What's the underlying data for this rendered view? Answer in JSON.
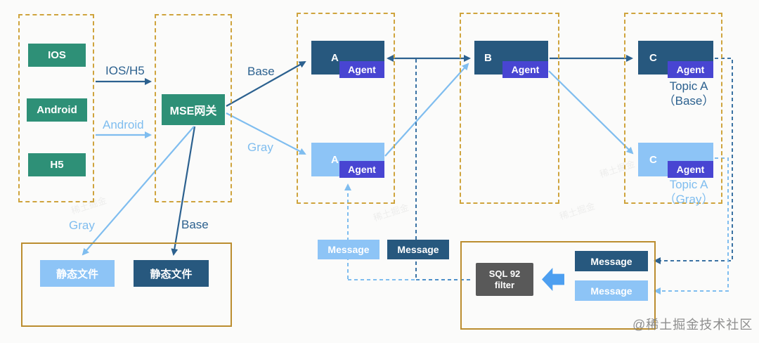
{
  "colors": {
    "node_green": "#2e9077",
    "node_dark_blue": "#27587e",
    "node_light_blue": "#8dc4f6",
    "agent_purple": "#4845d2",
    "arrow_dark": "#2c618f",
    "arrow_light": "#7fbdef",
    "dashed_border_gold": "#cfa43d",
    "solid_border_orange": "#bb8d2f",
    "filter_gray": "#595959"
  },
  "clients": {
    "items": [
      {
        "label": "IOS"
      },
      {
        "label": "Android"
      },
      {
        "label": "H5"
      }
    ]
  },
  "gateway": {
    "label": "MSE网关"
  },
  "edge_labels": {
    "ios_h5": "IOS/H5",
    "android": "Android",
    "base_service": "Base",
    "gray_service": "Gray",
    "gray_static": "Gray",
    "base_static": "Base"
  },
  "services": {
    "a_base": {
      "name": "A",
      "agent": "Agent"
    },
    "a_gray": {
      "name": "A",
      "agent": "Agent"
    },
    "b": {
      "name": "B",
      "agent": "Agent"
    },
    "c_base": {
      "name": "C",
      "agent": "Agent",
      "topic_line1": "Topic A",
      "topic_line2": "（Base）"
    },
    "c_gray": {
      "name": "C",
      "agent": "Agent",
      "topic_line1": "Topic A",
      "topic_line2": "（Gray）"
    }
  },
  "static_files": {
    "gray_label": "静态文件",
    "base_label": "静态文件"
  },
  "messaging": {
    "message_gray": "Message",
    "message_base": "Message",
    "filter_line1": "SQL 92",
    "filter_line2": "filter",
    "message_base_right": "Message",
    "message_gray_right": "Message"
  },
  "watermark": {
    "community": "@稀土掘金技术社区",
    "faint": "稀土掘金"
  }
}
